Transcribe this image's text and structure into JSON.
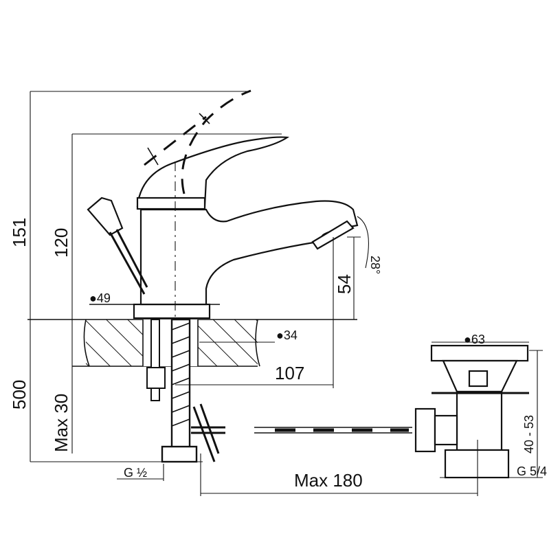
{
  "drawing": {
    "labels": {
      "height_151": "151",
      "height_120": "120",
      "height_500": "500",
      "max_30": "Max 30",
      "spout_54": "54",
      "angle_28": "28°",
      "dia_49": "●49",
      "dia_34": "●34",
      "length_107": "107",
      "dia_63": "●63",
      "range_40_53": "40 - 53",
      "thread_g12": "G ½",
      "thread_g54": "G 5/4",
      "max_180": "Max 180"
    }
  }
}
